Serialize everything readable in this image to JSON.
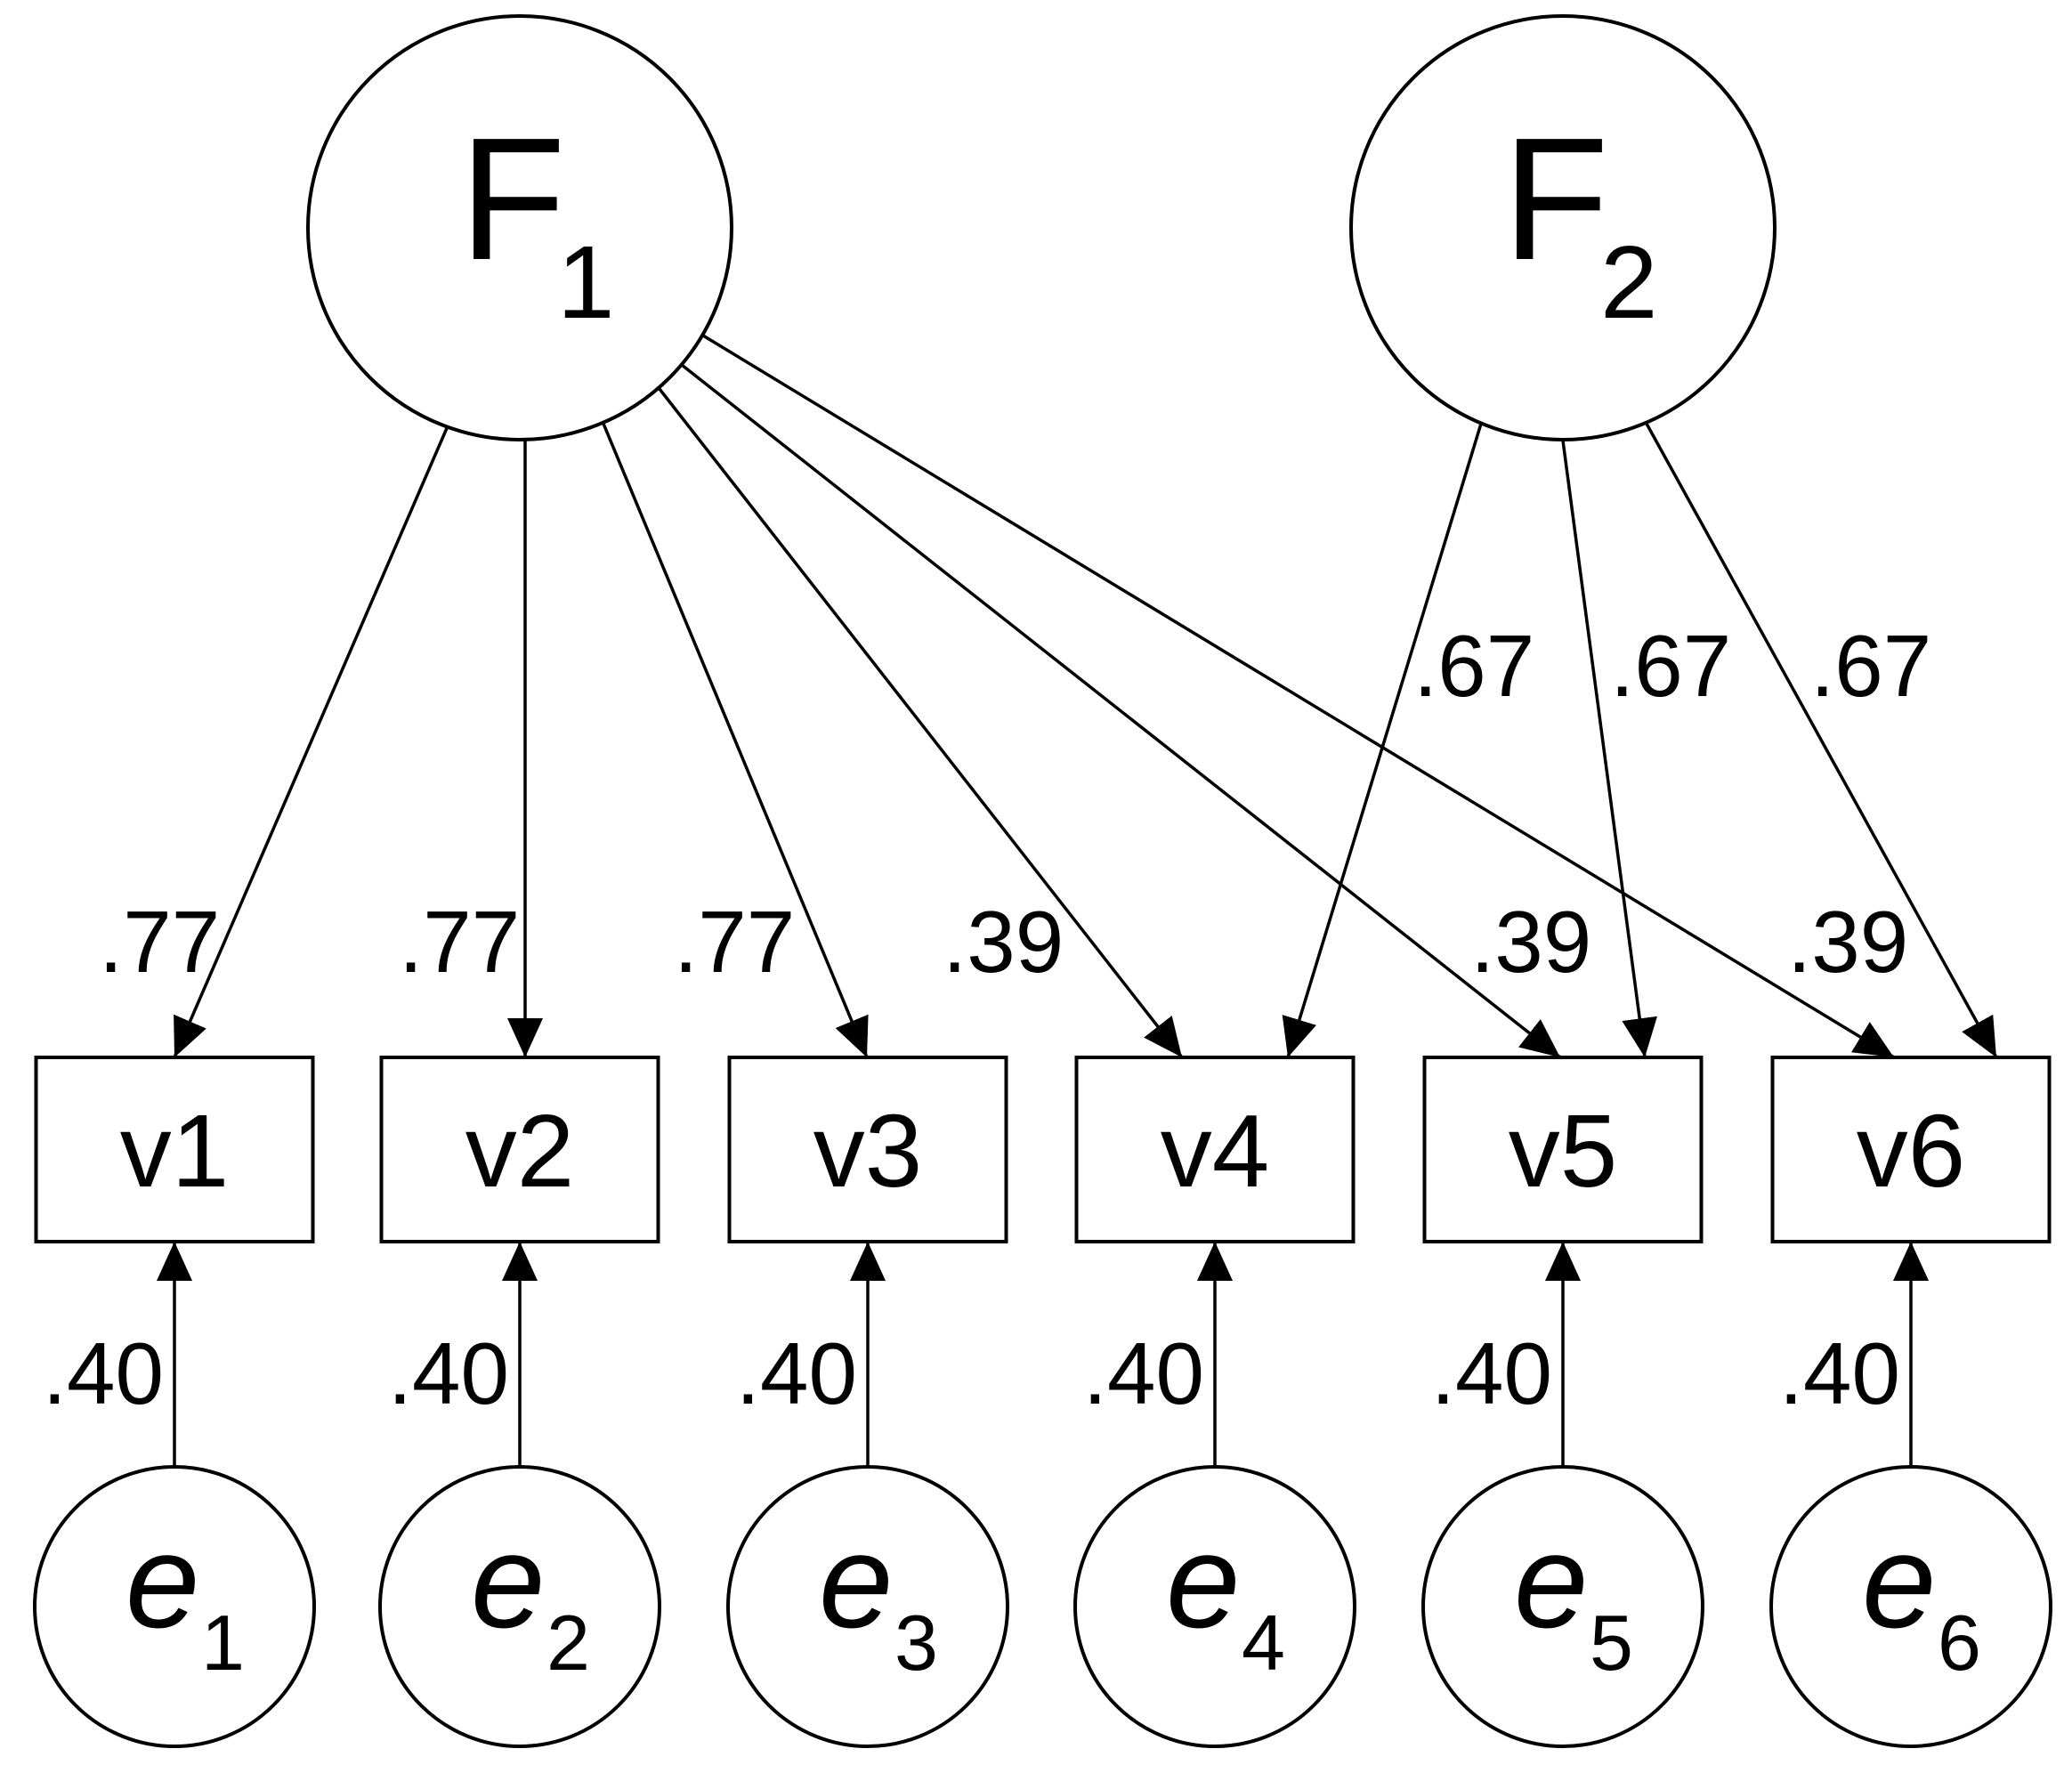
{
  "diagram": {
    "type": "structural_equation_path_diagram",
    "factors": [
      {
        "id": "F1",
        "symbol": "F",
        "subscript": "1"
      },
      {
        "id": "F2",
        "symbol": "F",
        "subscript": "2"
      }
    ],
    "observed": [
      {
        "id": "v1",
        "label": "v1"
      },
      {
        "id": "v2",
        "label": "v2"
      },
      {
        "id": "v3",
        "label": "v3"
      },
      {
        "id": "v4",
        "label": "v4"
      },
      {
        "id": "v5",
        "label": "v5"
      },
      {
        "id": "v6",
        "label": "v6"
      }
    ],
    "errors": [
      {
        "id": "e1",
        "symbol": "e",
        "subscript": "1"
      },
      {
        "id": "e2",
        "symbol": "e",
        "subscript": "2"
      },
      {
        "id": "e3",
        "symbol": "e",
        "subscript": "3"
      },
      {
        "id": "e4",
        "symbol": "e",
        "subscript": "4"
      },
      {
        "id": "e5",
        "symbol": "e",
        "subscript": "5"
      },
      {
        "id": "e6",
        "symbol": "e",
        "subscript": "6"
      }
    ],
    "loadings": [
      {
        "from": "F1",
        "to": "v1",
        "value": ".77"
      },
      {
        "from": "F1",
        "to": "v2",
        "value": ".77"
      },
      {
        "from": "F1",
        "to": "v3",
        "value": ".77"
      },
      {
        "from": "F1",
        "to": "v4",
        "value": ".39"
      },
      {
        "from": "F1",
        "to": "v5",
        "value": ".39"
      },
      {
        "from": "F1",
        "to": "v6",
        "value": ".39"
      },
      {
        "from": "F2",
        "to": "v4",
        "value": ".67"
      },
      {
        "from": "F2",
        "to": "v5",
        "value": ".67"
      },
      {
        "from": "F2",
        "to": "v6",
        "value": ".67"
      }
    ],
    "error_paths": [
      {
        "from": "e1",
        "to": "v1",
        "value": ".40"
      },
      {
        "from": "e2",
        "to": "v2",
        "value": ".40"
      },
      {
        "from": "e3",
        "to": "v3",
        "value": ".40"
      },
      {
        "from": "e4",
        "to": "v4",
        "value": ".40"
      },
      {
        "from": "e5",
        "to": "v5",
        "value": ".40"
      },
      {
        "from": "e6",
        "to": "v6",
        "value": ".40"
      }
    ]
  }
}
